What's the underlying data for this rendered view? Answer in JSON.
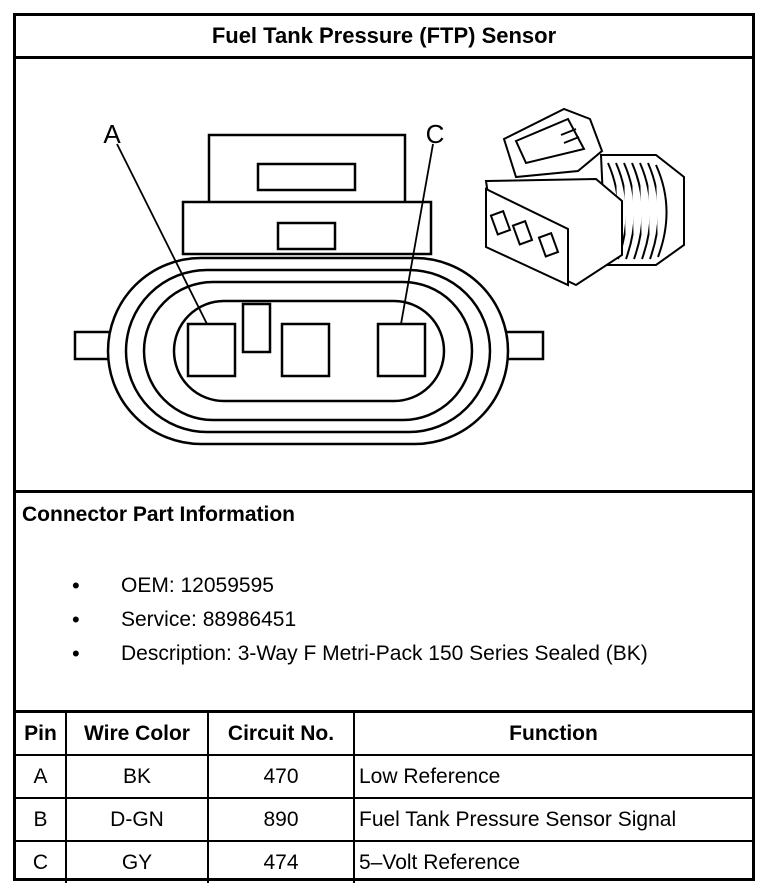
{
  "title": "Fuel Tank Pressure (FTP) Sensor",
  "diagram": {
    "pin_labels": [
      "A",
      "C"
    ],
    "line_color": "#000000"
  },
  "connector_info": {
    "heading": "Connector Part Information",
    "items": [
      "OEM: 12059595",
      "Service: 88986451",
      "Description: 3-Way F Metri-Pack 150 Series Sealed (BK)"
    ]
  },
  "pin_table": {
    "headers": [
      "Pin",
      "Wire Color",
      "Circuit No.",
      "Function"
    ],
    "rows": [
      [
        "A",
        "BK",
        "470",
        "Low Reference"
      ],
      [
        "B",
        "D-GN",
        "890",
        "Fuel Tank Pressure Sensor Signal"
      ],
      [
        "C",
        "GY",
        "474",
        "5–Volt Reference"
      ]
    ]
  }
}
